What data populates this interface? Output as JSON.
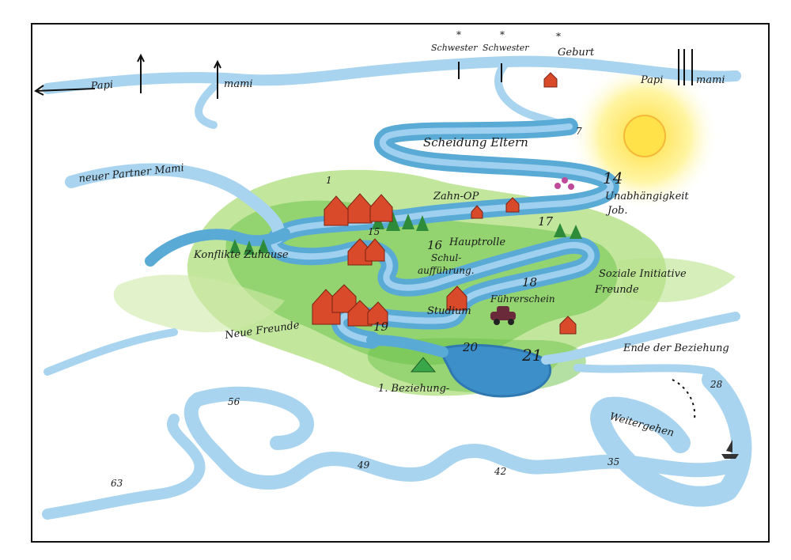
{
  "labels": {
    "papi_left": "Papi",
    "mami_left": "mami",
    "schwester1": "Schwester",
    "schwester2": "Schwester",
    "geburt": "Geburt",
    "papi_right": "Papi",
    "mami_right": "mami",
    "scheidung": "Scheidung Eltern",
    "neuer_partner": "neuer Partner Mami",
    "zahn_op": "Zahn-OP",
    "unabhaengigkeit": "Unabhängigkeit",
    "job": "Job.",
    "konflikte": "Konflikte Zuhause",
    "hauptrolle": "Hauptrolle",
    "schul": "Schul-",
    "auffuehrung": "aufführung.",
    "soziale": "Soziale Initiative",
    "freunde": "Freunde",
    "fuehrerschein": "Führerschein",
    "studium": "Studium",
    "neue_freunde": "Neue Freunde",
    "beziehung": "1. Beziehung-",
    "ende_beziehung": "Ende der Beziehung",
    "weitergehen": "Weitergehen"
  },
  "ages": {
    "a1": "1",
    "a7": "7",
    "a14": "14",
    "a15": "15",
    "a16": "16",
    "a17": "17",
    "a18": "18",
    "a19": "19",
    "a20": "20",
    "a21": "21",
    "a28": "28",
    "a35": "35",
    "a42": "42",
    "a49": "49",
    "a56": "56",
    "a63": "63"
  },
  "colors": {
    "river": "#5aaad6",
    "river_light": "#a9d4ef",
    "grass": "#6cc24a",
    "grass_light": "#b9e28c",
    "house": "#d94a2b",
    "sun": "#ffe24a",
    "ink": "#1a1a1a"
  }
}
